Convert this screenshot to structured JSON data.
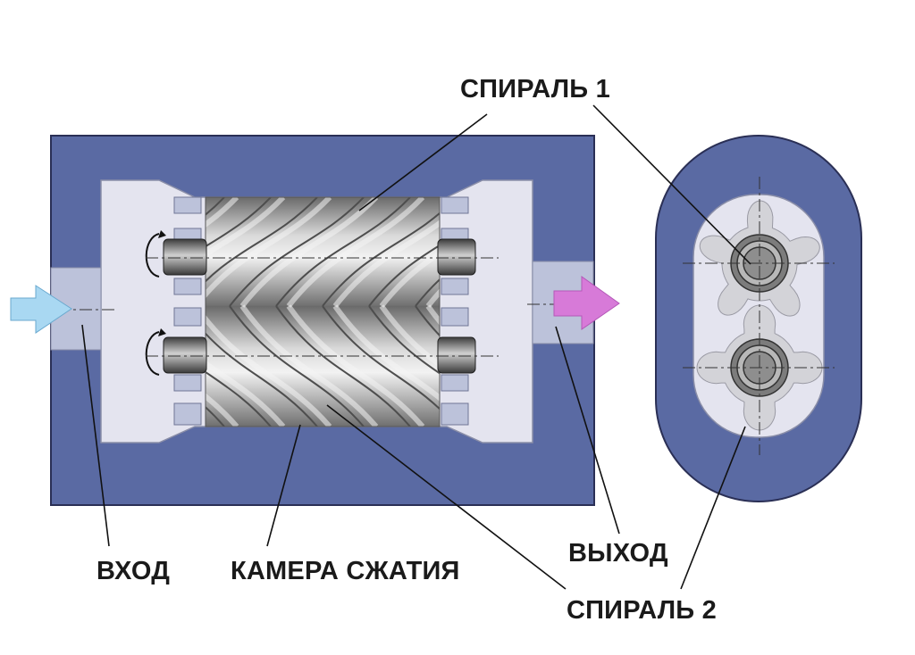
{
  "labels": {
    "spiral1": "СПИРАЛЬ 1",
    "spiral2": "СПИРАЛЬ 2",
    "inlet": "ВХОД",
    "chamber": "КАМЕРА СЖАТИЯ",
    "outlet": "ВЫХОД"
  },
  "colors": {
    "housing": "#5a6aa3",
    "housing_outline": "#2a2f55",
    "cavity": "#e4e4ef",
    "port": "#bcc2da",
    "inlet_arrow": "#a9d8f2",
    "outlet_arrow": "#d77ad8",
    "screw": "#8d8d8d",
    "shaft": "#6b6b6b"
  },
  "icons": {
    "inlet": "inlet-arrow-icon",
    "outlet": "outlet-arrow-icon",
    "rotation": "rotation-arrow-icon"
  }
}
